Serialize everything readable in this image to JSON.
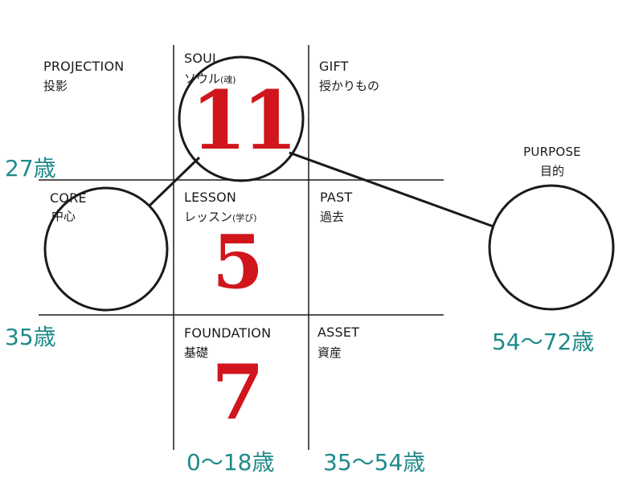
{
  "colors": {
    "number": "#d0161c",
    "age": "#1f8a8a",
    "line": "#1a1a1a"
  },
  "cells": {
    "projection": {
      "en": "PROJECTION",
      "ja": "投影"
    },
    "soul": {
      "en": "SOUL",
      "ja": "ソウル",
      "ja_small": "(魂)",
      "number": "11"
    },
    "gift": {
      "en": "GIFT",
      "ja": "授かりもの"
    },
    "core": {
      "en": "CORE",
      "ja": "中心"
    },
    "lesson": {
      "en": "LESSON",
      "ja": "レッスン",
      "ja_small": "(学び)",
      "number": "5"
    },
    "past": {
      "en": "PAST",
      "ja": "過去"
    },
    "foundation": {
      "en": "FOUNDATION",
      "ja": "基礎",
      "number": "7"
    },
    "asset": {
      "en": "ASSET",
      "ja": "資産"
    },
    "purpose": {
      "en": "PURPOSE",
      "ja": "目的"
    }
  },
  "ages": {
    "age_27": "27歳",
    "age_35": "35歳",
    "age_54_72": "54〜72歳",
    "age_0_18": "0〜18歳",
    "age_35_54": "35〜54歳"
  }
}
